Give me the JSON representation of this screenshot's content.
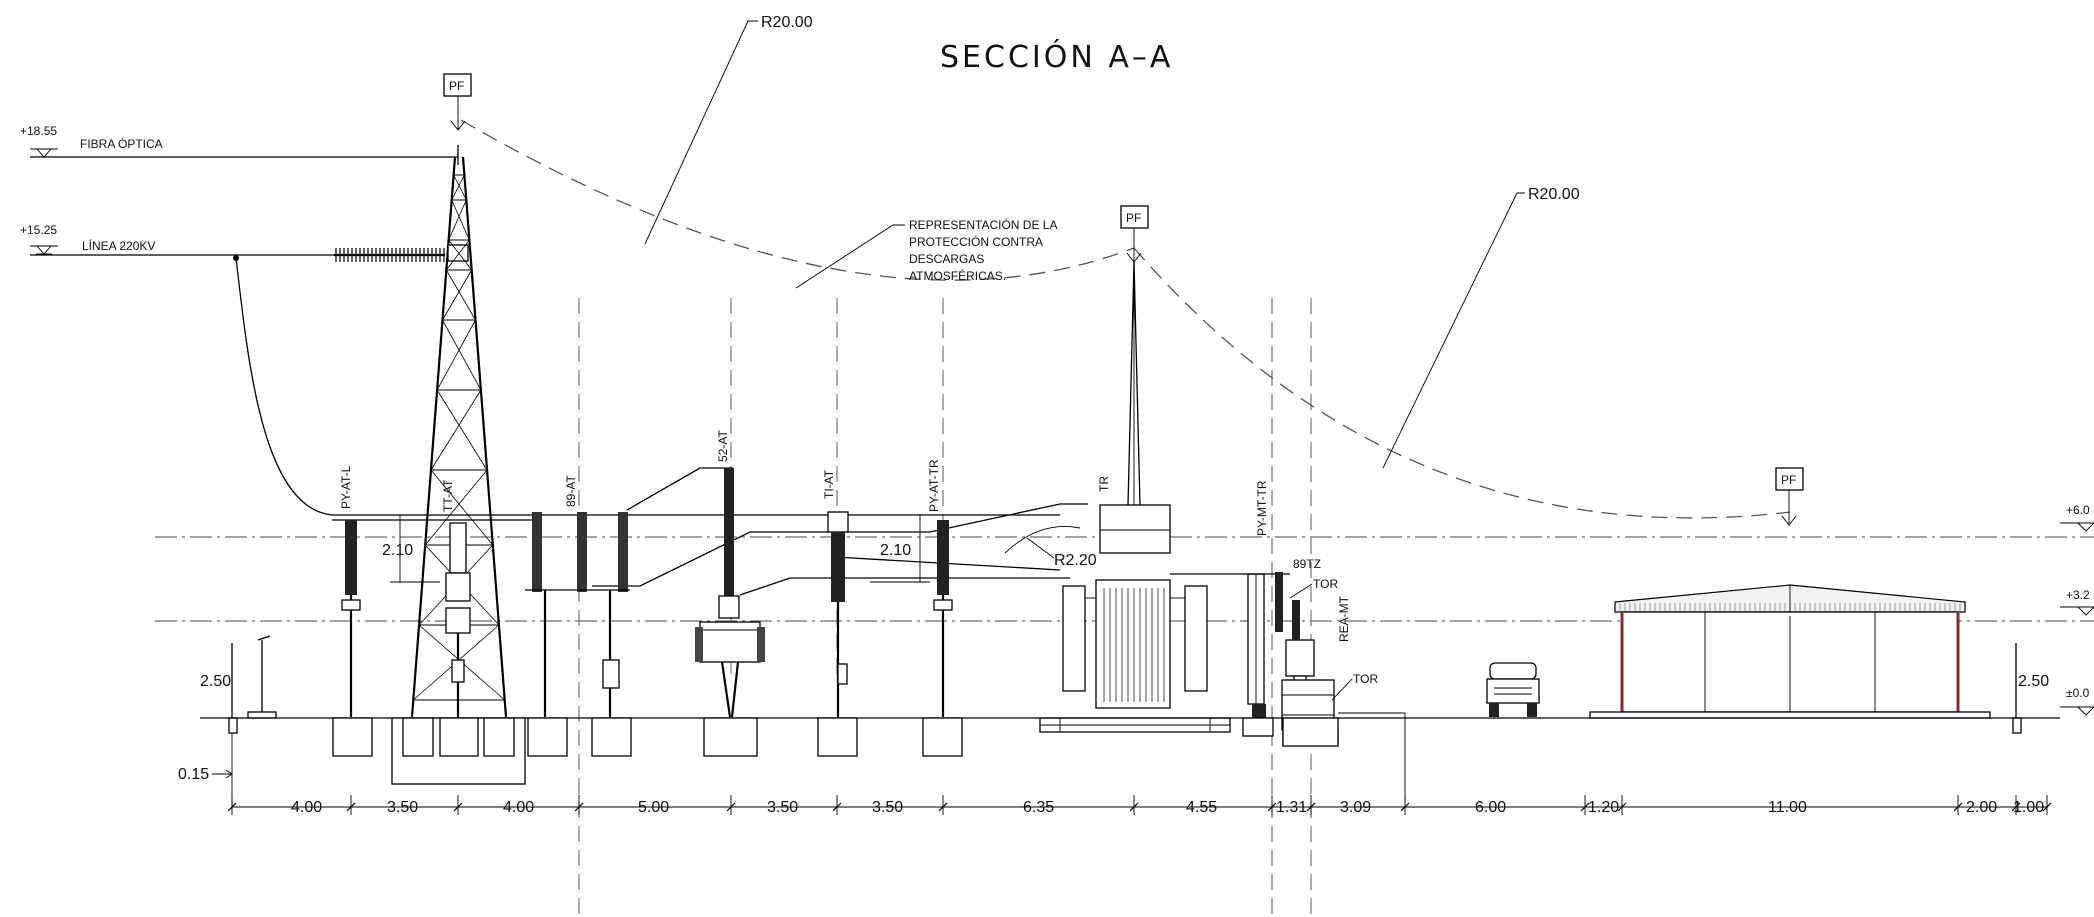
{
  "title": "SECCIÓN A–A",
  "radius_labels": [
    "R20.00",
    "R20.00",
    "R2.20"
  ],
  "pf_label": "PF",
  "levels": {
    "fibra": {
      "elev": "+18.55",
      "label": "FIBRA ÓPTICA"
    },
    "linea": {
      "elev": "+15.25",
      "label": "LÍNEA 220KV"
    },
    "right_elevs": [
      "+6.0",
      "+3.2",
      "±0.0"
    ]
  },
  "note": {
    "lines": [
      "REPRESENTACIÓN DE LA",
      "PROTECCIÓN CONTRA",
      "DESCARGAS",
      "ATMOSFÉRICAS."
    ]
  },
  "equipment": {
    "py_at_l": "PY-AT-L",
    "tt_at": "TT-AT",
    "s89_at": "89-AT",
    "s52_at": "52-AT",
    "ti_at": "TI-AT",
    "py_at_tr": "PY-AT-TR",
    "tr": "TR",
    "py_mt_tr": "PY-MT-TR",
    "s89tz": "89TZ",
    "tor1": "TOR",
    "rea_mt": "REA-MT",
    "tor2": "TOR"
  },
  "dims": {
    "clear_1": "2.10",
    "clear_2": "2.10",
    "h_left": "2.50",
    "h_right": "2.50",
    "depth": "0.15",
    "spacings": [
      "4.00",
      "3.50",
      "4.00",
      "5.00",
      "3.50",
      "3.50",
      "6.35",
      "4.55",
      "1.31",
      "3.09",
      "6.00",
      "1.20",
      "11.00",
      "2.00",
      "1.00"
    ]
  }
}
